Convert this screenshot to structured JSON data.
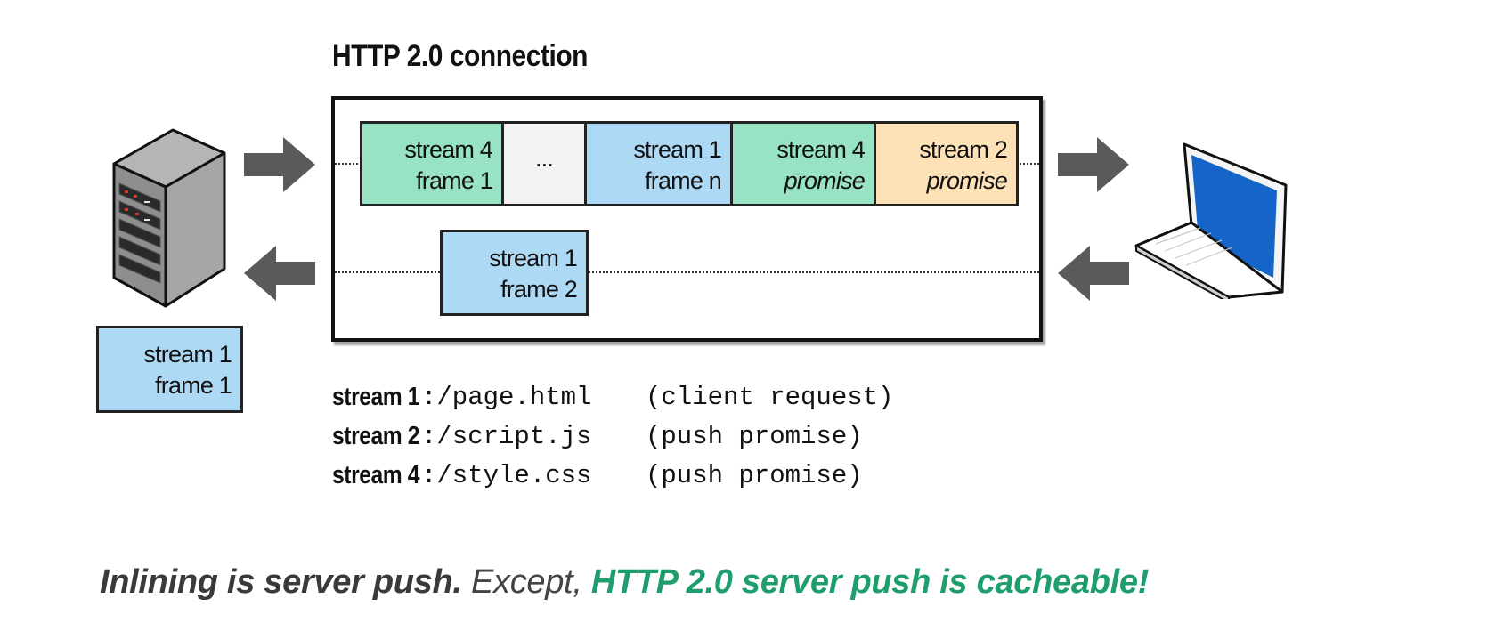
{
  "connection": {
    "title": "HTTP 2.0 connection"
  },
  "outbound_frames": [
    {
      "line1": "stream 4",
      "line2": "frame 1",
      "color": "#97e3c4",
      "italic2": false
    },
    {
      "line1": "...",
      "line2": "",
      "color": "#f2f2f2",
      "italic2": false
    },
    {
      "line1": "stream 1",
      "line2": "frame n",
      "color": "#aed9f5",
      "italic2": false
    },
    {
      "line1": "stream 4",
      "line2": "promise",
      "color": "#97e3c4",
      "italic2": true
    },
    {
      "line1": "stream 2",
      "line2": "promise",
      "color": "#fde2b8",
      "italic2": true
    }
  ],
  "inbound_frame": {
    "line1": "stream 1",
    "line2": "frame 2",
    "color": "#aed9f5"
  },
  "server_frame": {
    "line1": "stream 1",
    "line2": "frame 1",
    "color": "#aed9f5"
  },
  "legend": [
    {
      "label": "stream 1",
      "path": "/page.html",
      "note": "(client request)"
    },
    {
      "label": "stream 2",
      "path": "/script.js",
      "note": "(push promise)"
    },
    {
      "label": "stream 4",
      "path": "/style.css",
      "note": "(push promise)"
    }
  ],
  "caption": {
    "part1": "Inlining is server push.",
    "part2": " Except, ",
    "part3": "HTTP 2.0 server push is cacheable!"
  },
  "colors": {
    "arrow": "#5a5a5a",
    "accent_green": "#1e9e6d",
    "laptop_screen": "#1565c8"
  },
  "icons": [
    "server-icon",
    "laptop-icon",
    "arrow-right-icon",
    "arrow-left-icon"
  ]
}
